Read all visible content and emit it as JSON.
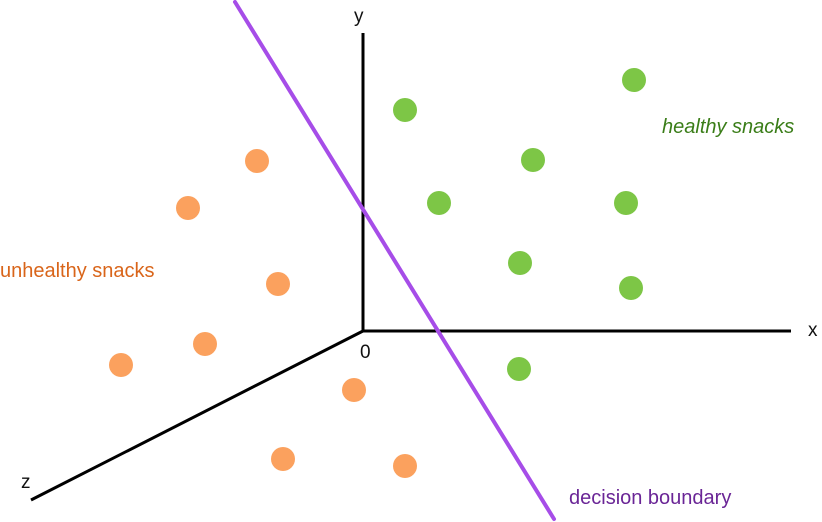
{
  "colors": {
    "background": "#ffffff",
    "axis": "#000000",
    "healthy_point": "#7dc646",
    "unhealthy_point": "#fba15e",
    "boundary": "#a64de8",
    "healthy_label": "#3a7d18",
    "unhealthy_label": "#d9651a",
    "boundary_label": "#6a2596"
  },
  "axes": {
    "x_label": "x",
    "y_label": "y",
    "z_label": "z",
    "origin_label": "0"
  },
  "labels": {
    "healthy": "healthy snacks",
    "unhealthy": "unhealthy snacks",
    "boundary": "decision boundary"
  }
}
